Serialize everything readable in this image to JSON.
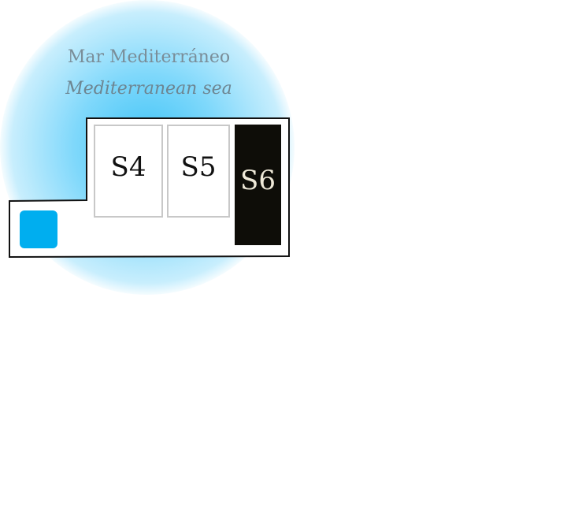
{
  "sea": {
    "label_es": "Mar Mediterráneo",
    "label_en": "Mediterranean sea",
    "color": "#3ec3f6"
  },
  "stands": [
    {
      "id": "S4",
      "label": "S4",
      "status": "available",
      "fill": "#ffffff"
    },
    {
      "id": "S5",
      "label": "S5",
      "status": "available",
      "fill": "#ffffff"
    },
    {
      "id": "S6",
      "label": "S6",
      "status": "selected",
      "fill": "#0e0d08"
    }
  ],
  "marker": {
    "color": "#00aeef"
  }
}
